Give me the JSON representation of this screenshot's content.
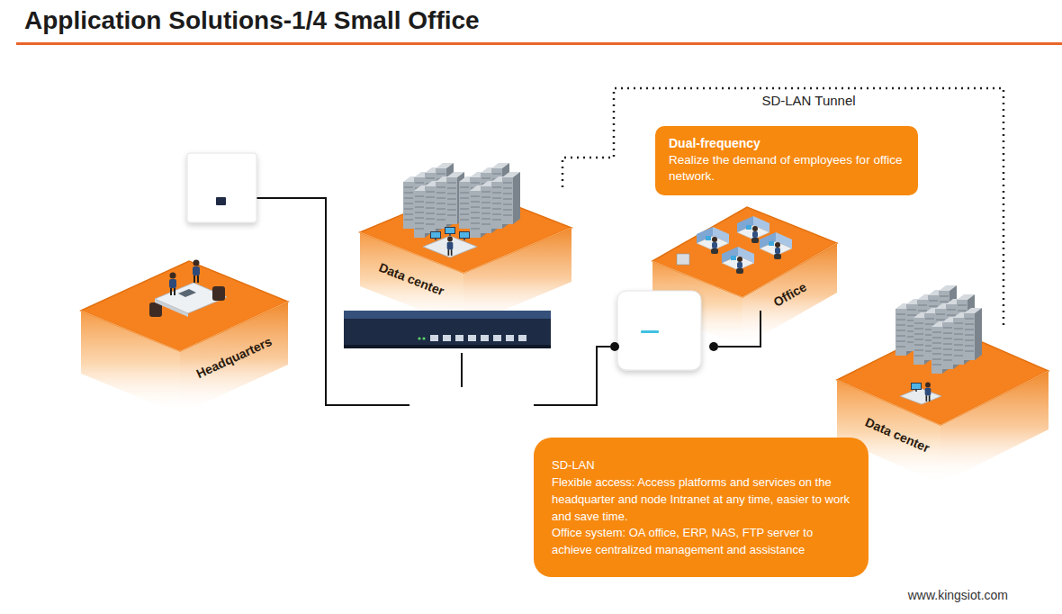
{
  "diagram": {
    "title": "Application Solutions-1/4 Small Office",
    "nodes": [
      {
        "text": [
          "Dual-frequency",
          "Realize the demand of employees for office network."
        ]
      },
      {
        "text": [
          "Data center"
        ]
      },
      {
        "text": [
          "Office"
        ]
      },
      {
        "text": [
          "Headquarters"
        ]
      },
      {
        "text": [
          "Data center"
        ]
      },
      {
        "text": [
          "SD-LAN",
          "Flexible access: Access platforms and services on the headquarter and node Intranet at any time, easier to work and save time.",
          "Office system: OA office, ERP, NAS, FTP server to achieve centralized management and assistance"
        ]
      }
    ],
    "edges": [
      {
        "from": 1,
        "to": 4,
        "arrow": "none",
        "label": "SD-LAN Tunnel"
      }
    ],
    "labels": [
      "www.kingsiot.com"
    ]
  }
}
